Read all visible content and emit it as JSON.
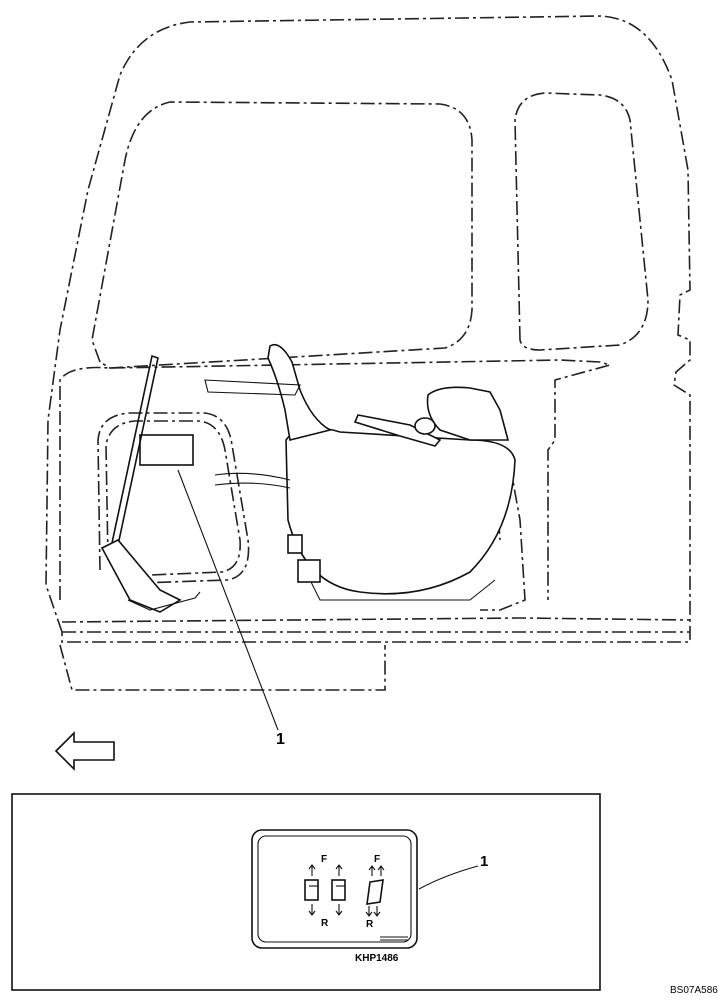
{
  "callouts": {
    "top_number": "1",
    "decal_number": "1"
  },
  "decal": {
    "forward_marks": [
      "F",
      "F"
    ],
    "reverse_marks": [
      "R",
      "R"
    ],
    "code": "KHP1486"
  },
  "figure_code": "BS07A586"
}
